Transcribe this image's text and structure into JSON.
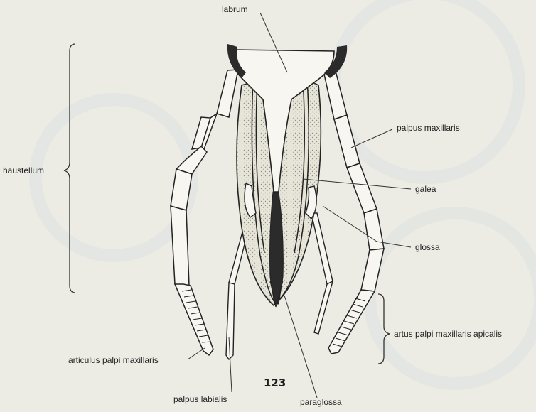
{
  "figure_number": "123",
  "labels": {
    "labrum": "labrum",
    "haustellum": "haustellum",
    "palpus_maxillaris": "palpus maxillaris",
    "galea": "galea",
    "glossa": "glossa",
    "artus_palpi": "artus palpi maxillaris apicalis",
    "articulus_palpi": "articulus palpi maxillaris",
    "palpus_labialis": "palpus labialis",
    "paraglossa": "paraglossa"
  },
  "colors": {
    "background": "#ecebe4",
    "ink": "#222222",
    "stipple": "#e7e4d8",
    "dark": "#2b2b2b"
  }
}
